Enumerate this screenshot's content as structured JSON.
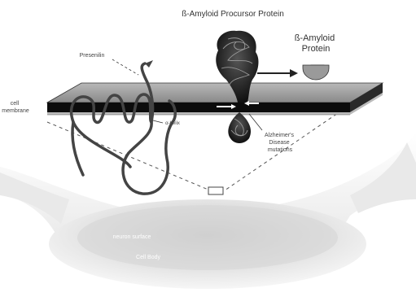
{
  "diagram": {
    "labels": {
      "app_title": "ß-Amyloid Procursor Protein",
      "beta_amyloid": [
        "ß-Amyloid",
        "Protein"
      ],
      "presenilin": "Presenilin",
      "cell_membrane": [
        "cell",
        "membrane"
      ],
      "alpha_helix": "α-helix",
      "alzheimers": [
        "Alzheimer's",
        "Disease",
        "mutations"
      ],
      "neuron_surface": "neuron surface",
      "cell_body": "Cell Body"
    }
  }
}
